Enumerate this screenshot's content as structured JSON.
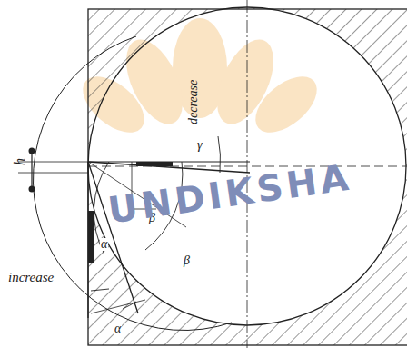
{
  "diagram": {
    "labels": [
      "h",
      "decrease",
      "γ",
      "β",
      "α",
      "β",
      "α",
      "increase",
      "UNDIKSHA"
    ]
  }
}
